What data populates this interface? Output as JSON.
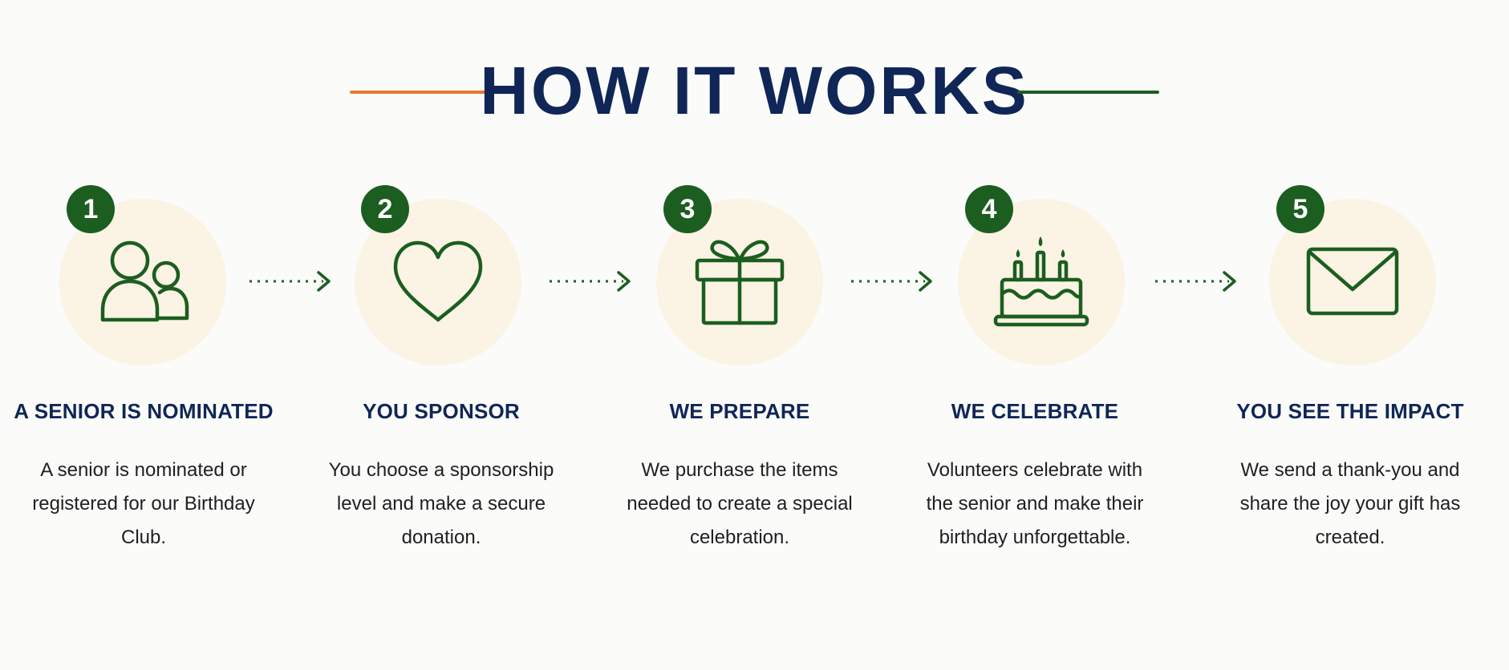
{
  "header": {
    "title": "HOW IT WORKS"
  },
  "colors": {
    "navy": "#0f2656",
    "green": "#1b5e20",
    "orange": "#ea7a2a",
    "cream": "#fbf3e4",
    "background": "#fbfbfa"
  },
  "steps": [
    {
      "number": "1",
      "title": "A SENIOR IS NOMINATED",
      "description": "A senior is nominated or registered for our Birthday Club.",
      "icon": "people-icon"
    },
    {
      "number": "2",
      "title": "YOU SPONSOR",
      "description": "You choose a sponsorship level and make a secure donation.",
      "icon": "heart-icon"
    },
    {
      "number": "3",
      "title": "WE PREPARE",
      "description": "We purchase the items needed to create a special celebration.",
      "icon": "gift-icon"
    },
    {
      "number": "4",
      "title": "WE CELEBRATE",
      "description": "Volunteers celebrate with the senior and make their birthday unforgettable.",
      "icon": "birthday-cake-icon"
    },
    {
      "number": "5",
      "title": "YOU SEE THE IMPACT",
      "description": "We send a thank-you and share the joy your gift has created.",
      "icon": "envelope-icon"
    }
  ]
}
